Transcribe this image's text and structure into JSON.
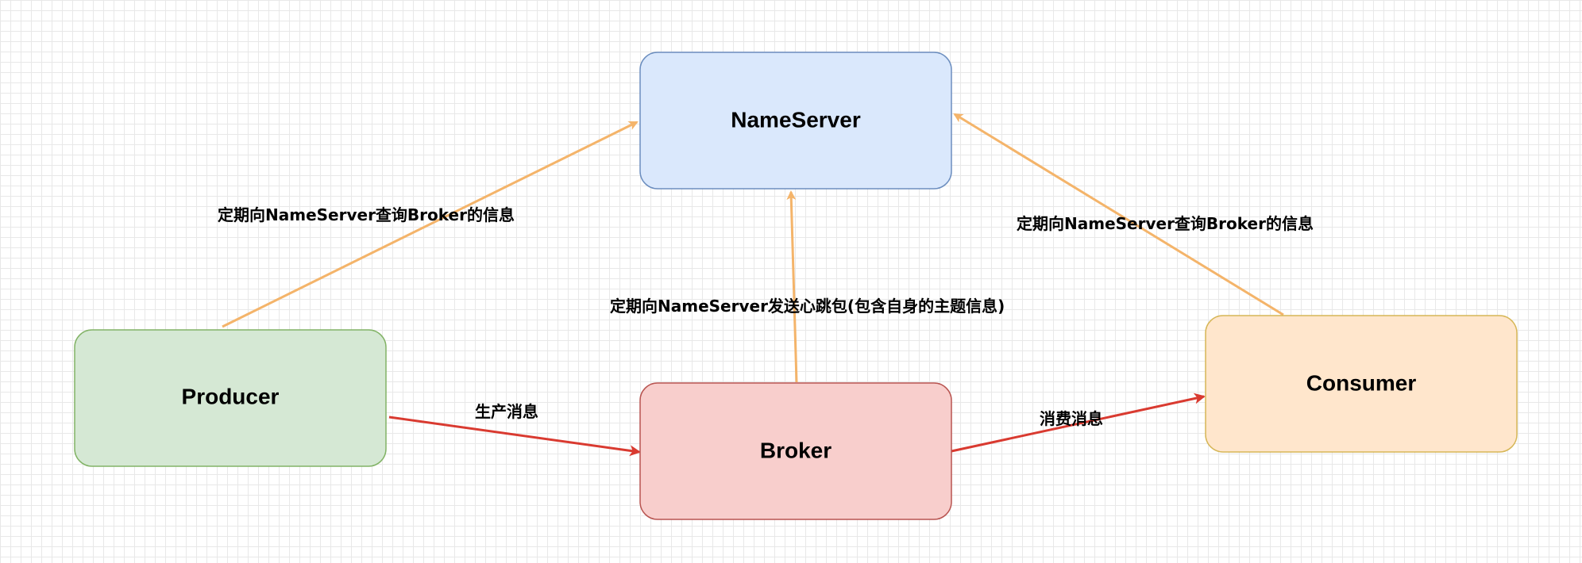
{
  "diagram": {
    "nodes": {
      "nameserver": {
        "label": "NameServer",
        "fill": "#dae8fc",
        "stroke": "#6c8ebf"
      },
      "producer": {
        "label": "Producer",
        "fill": "#d5e8d4",
        "stroke": "#82b366"
      },
      "broker": {
        "label": "Broker",
        "fill": "#f8cecc",
        "stroke": "#b85450"
      },
      "consumer": {
        "label": "Consumer",
        "fill": "#ffe6cc",
        "stroke": "#d6b656"
      }
    },
    "edges": {
      "producer_to_nameserver": "定期向NameServer查询Broker的信息",
      "consumer_to_nameserver": "定期向NameServer查询Broker的信息",
      "broker_to_nameserver": "定期向NameServer发送心跳包(包含自身的主题信息)",
      "producer_to_broker": "生产消息",
      "broker_to_consumer": "消费消息"
    },
    "colors": {
      "query_edge": "#f4b46a",
      "message_edge": "#d93a30"
    }
  }
}
